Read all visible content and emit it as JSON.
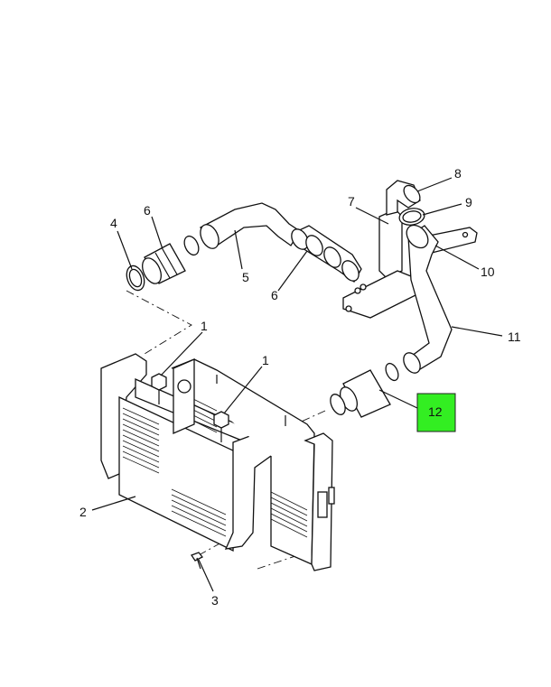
{
  "callouts": {
    "c1a": "1",
    "c1b": "1",
    "c2": "2",
    "c3": "3",
    "c4": "4",
    "c5": "5",
    "c6a": "6",
    "c6b": "6",
    "c7": "7",
    "c8": "8",
    "c9": "9",
    "c10": "10",
    "c11": "11",
    "c12": "12"
  },
  "highlight_color": "#33ee22"
}
